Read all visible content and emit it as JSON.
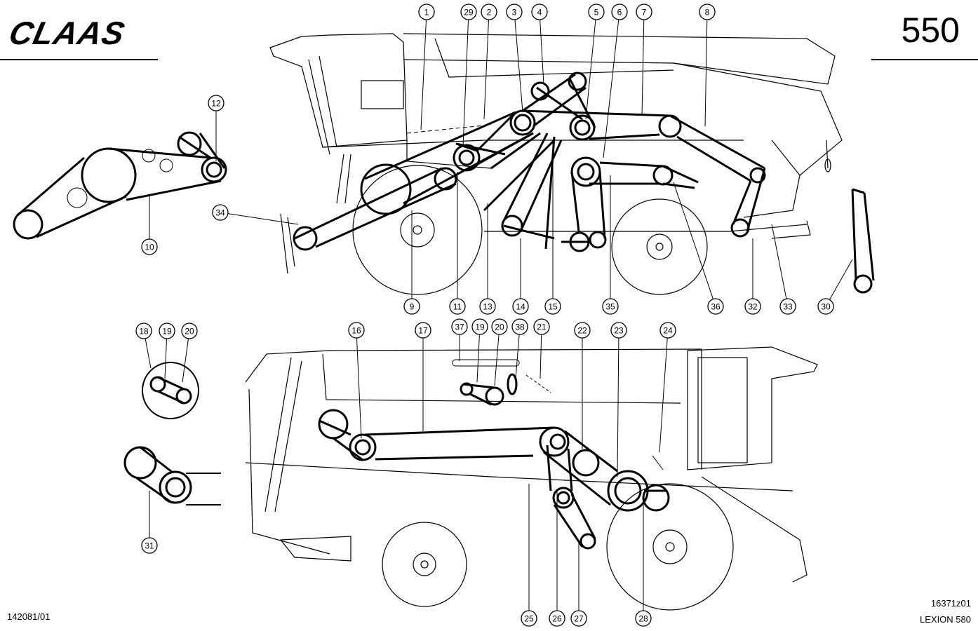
{
  "brand": "CLAAS",
  "page_number": "550",
  "document_id": "142081/01",
  "figure_id": "16371z01",
  "model": "LEXION 580",
  "callouts": [
    "1",
    "2",
    "3",
    "4",
    "5",
    "6",
    "7",
    "8",
    "9",
    "10",
    "11",
    "12",
    "13",
    "14",
    "15",
    "16",
    "17",
    "18",
    "19",
    "20",
    "21",
    "22",
    "23",
    "24",
    "25",
    "26",
    "27",
    "28",
    "29",
    "30",
    "31",
    "32",
    "33",
    "34",
    "35",
    "36",
    "37",
    "38"
  ]
}
